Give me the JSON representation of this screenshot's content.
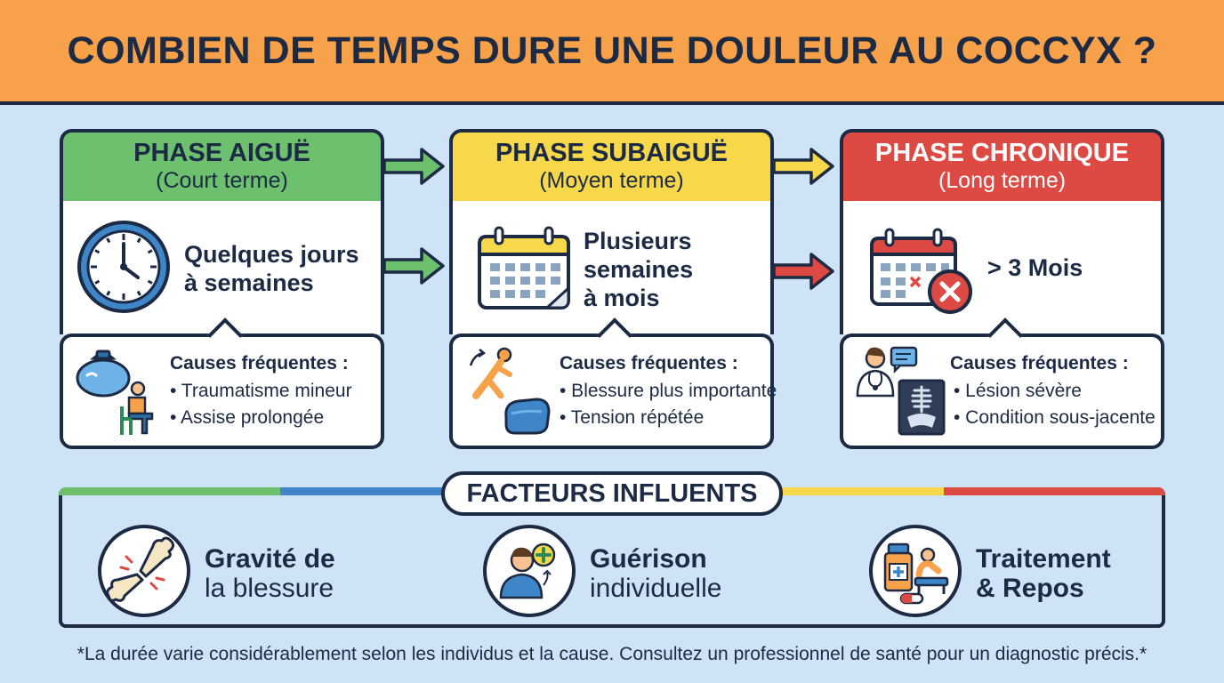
{
  "title": "COMBIEN DE TEMPS DURE UNE DOULEUR AU COCCYX ?",
  "colors": {
    "banner": "#f7a24b",
    "background": "#cfe3f6",
    "navy": "#1c2a44",
    "acute": "#6cc06e",
    "subacute": "#f6d84a",
    "chronic": "#dd4a43",
    "blue_accent": "#3f86c8"
  },
  "phases": [
    {
      "title": "PHASE AIGUË",
      "subtitle": "(Court terme)",
      "duration_lines": [
        "Quelques jours",
        "à semaines"
      ],
      "icon": "clock-icon",
      "causes_title": "Causes fréquentes :",
      "causes": [
        "• Traumatisme mineur",
        "• Assise prolongée"
      ],
      "cause_icons": [
        "ice-pack-icon",
        "seated-person-icon"
      ]
    },
    {
      "title": "PHASE SUBAIGUË",
      "subtitle": "(Moyen terme)",
      "duration_lines": [
        "Plusieurs",
        "semaines",
        "à mois"
      ],
      "icon": "calendar-icon",
      "causes_title": "Causes fréquentes :",
      "causes": [
        "• Blessure plus importante",
        "• Tension répétée"
      ],
      "cause_icons": [
        "exercising-person-icon",
        "cushion-icon"
      ]
    },
    {
      "title": "PHASE CHRONIQUE",
      "subtitle": "(Long terme)",
      "duration_lines": [
        "> 3 Mois"
      ],
      "icon": "calendar-cancel-icon",
      "causes_title": "Causes fréquentes :",
      "causes": [
        "• Lésion sévère",
        "• Condition sous-jacente"
      ],
      "cause_icons": [
        "doctor-icon",
        "xray-icon"
      ]
    }
  ],
  "factors": {
    "label": "FACTEURS INFLUENTS",
    "items": [
      {
        "line1": "Gravité de",
        "line2": "la blessure",
        "icon": "broken-bone-icon"
      },
      {
        "line1": "Guérison",
        "line2": "individuelle",
        "icon": "patient-healing-icon"
      },
      {
        "line1": "Traitement",
        "line2": "& Repos",
        "icon": "treatment-icon"
      }
    ]
  },
  "footnote": "*La durée varie considérablement selon les individus et la cause. Consultez un professionnel de santé pour un diagnostic précis.*"
}
